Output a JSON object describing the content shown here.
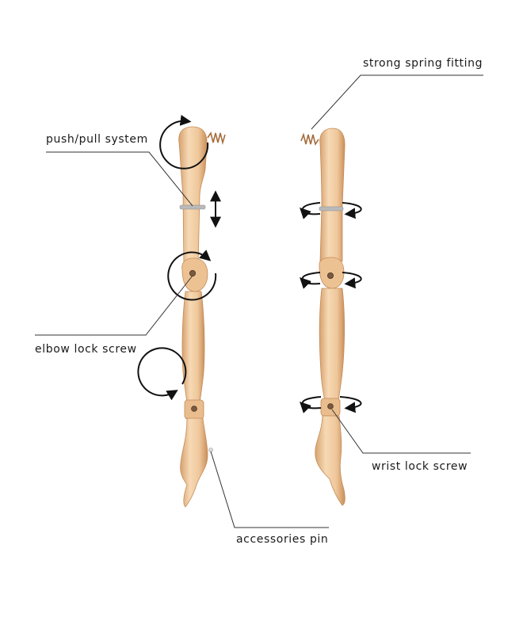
{
  "labels": {
    "strong_spring_fitting": "strong spring fitting",
    "push_pull_system": "push/pull system",
    "elbow_lock_screw": "elbow lock screw",
    "wrist_lock_screw": "wrist lock screw",
    "accessories_pin": "accessories pin"
  },
  "colors": {
    "wood_light": "#f3d2ab",
    "wood_mid": "#e7b98a",
    "wood_dark": "#c9925f",
    "metal": "#b9b9b9",
    "spring": "#b07845",
    "arrow": "#111111",
    "leader_line": "#333333"
  },
  "icons": {
    "rotate_arrow": "circular-rotate-arrow-icon",
    "double_vertical_arrow": "double-vertical-arrow-icon",
    "horizontal_rotate_arrow": "horizontal-rotate-arrow-icon"
  }
}
